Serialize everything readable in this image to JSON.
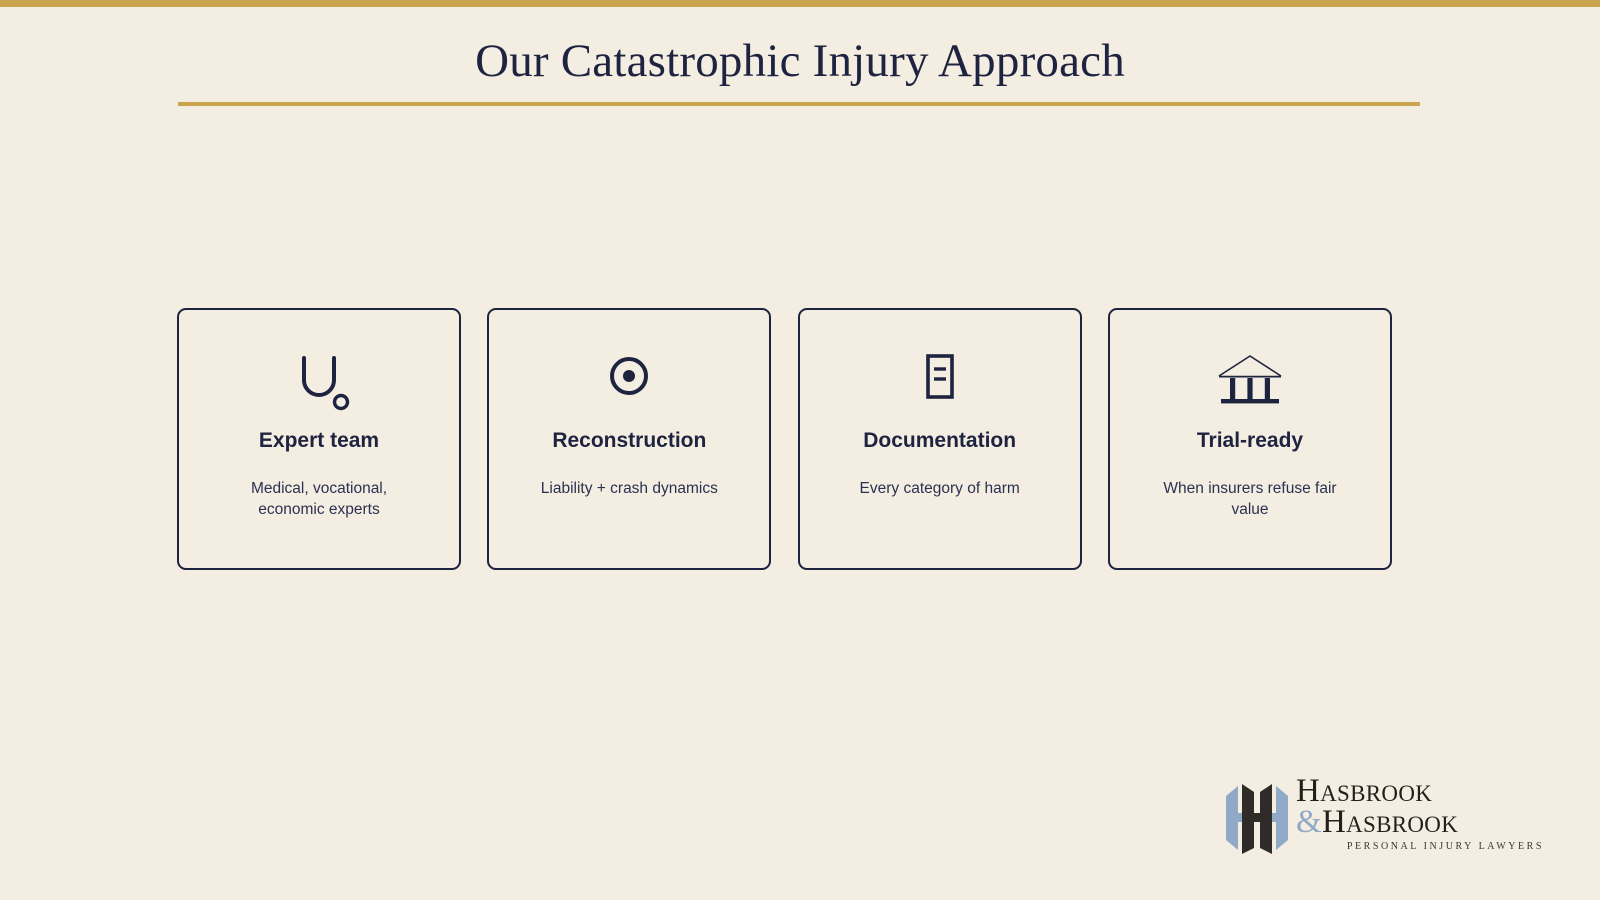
{
  "theme": {
    "background": "#F3EDE2",
    "accent_gold": "#C9A34E",
    "navy": "#1E2340",
    "logo_dark": "#231F1C",
    "logo_blue": "#8FA9C6"
  },
  "header": {
    "title": "Our Catastrophic Injury Approach"
  },
  "cards": [
    {
      "icon": "stethoscope-icon",
      "title": "Expert team",
      "description": "Medical, vocational, economic experts"
    },
    {
      "icon": "target-icon",
      "title": "Reconstruction",
      "description": "Liability + crash dynamics"
    },
    {
      "icon": "document-icon",
      "title": "Documentation",
      "description": "Every category of harm"
    },
    {
      "icon": "courthouse-icon",
      "title": "Trial-ready",
      "description": "When insurers refuse fair value"
    }
  ],
  "logo": {
    "line1": "Hasbrook",
    "ampersand": "&",
    "line2": "Hasbrook",
    "tagline": "PERSONAL INJURY LAWYERS"
  }
}
